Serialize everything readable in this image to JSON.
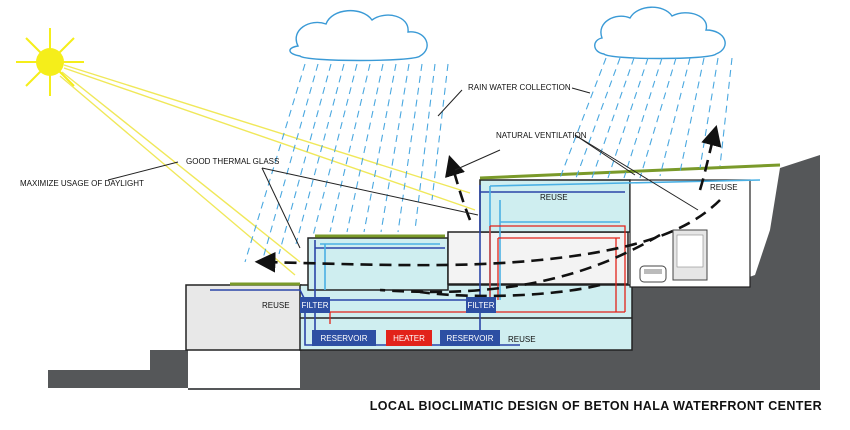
{
  "labels": {
    "rain_water_collection": "RAIN WATER COLLECTION",
    "natural_ventilation": "NATURAL VENTILATION",
    "good_thermal_glass": "GOOD THERMAL GLASS",
    "maximize_daylight": "MAXIMIZE USAGE OF DAYLIGHT",
    "reuse_top_right": "REUSE",
    "reuse_upper": "REUSE",
    "reuse_left": "REUSE",
    "reuse_bottom": "REUSE",
    "filter_left": "FILTER",
    "filter_right": "FILTER",
    "reservoir_left": "RESERVOIR",
    "heater": "HEATER",
    "reservoir_right": "RESERVOIR"
  },
  "title": "LOCAL BIOCLIMATIC DESIGN OF BETON HALA WATERFRONT CENTER",
  "colors": {
    "sun": "#f5ee1a",
    "sun_rays": "#f0e85a",
    "rain": "#4aa8e0",
    "cloud_fill": "#ffffff",
    "cloud_stroke": "#3a9ad6",
    "terrain": "#555759",
    "glass": "#cfeef0",
    "building_interior": "#e6e6e6",
    "water_box_blue": "#2d4fa3",
    "heater_red": "#e2231a",
    "pipe_blue": "#2b45a8",
    "pipe_light_blue": "#4ab0e4",
    "pipe_red": "#e2231a",
    "airflow": "#111111",
    "green_roof": "#7a9a2a"
  },
  "icons": [
    "sun-icon",
    "cloud-icon",
    "car-icon",
    "truck-icon"
  ]
}
